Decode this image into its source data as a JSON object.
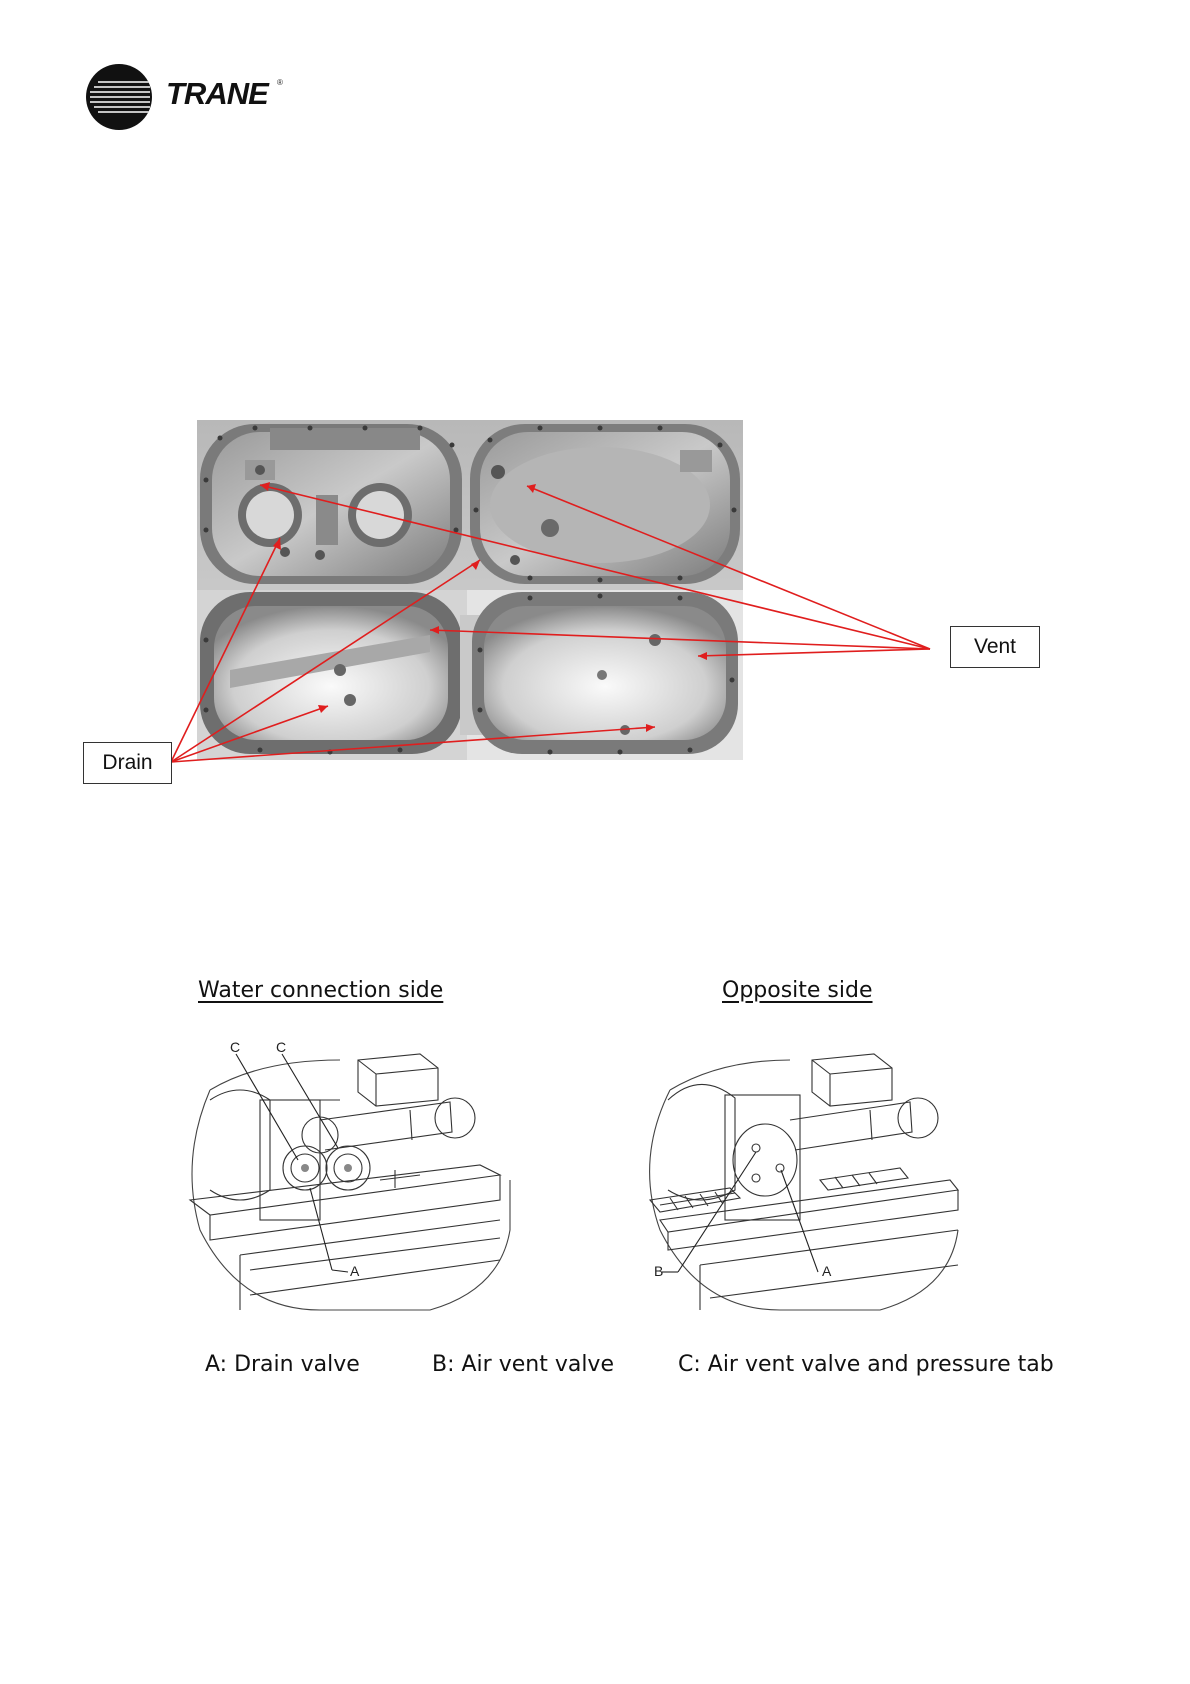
{
  "header": {
    "brand": "TRANE",
    "registered_mark": "®"
  },
  "figure1": {
    "callout_drain": "Drain",
    "callout_vent": "Vent"
  },
  "figure2": {
    "left_heading": "Water connection side",
    "right_heading": "Opposite side",
    "left_labels": [
      "C",
      "C",
      "A"
    ],
    "right_labels": [
      "B",
      "A"
    ],
    "legend": [
      "A: Drain valve",
      "B: Air vent valve",
      "C: Air vent valve and pressure tab"
    ]
  }
}
